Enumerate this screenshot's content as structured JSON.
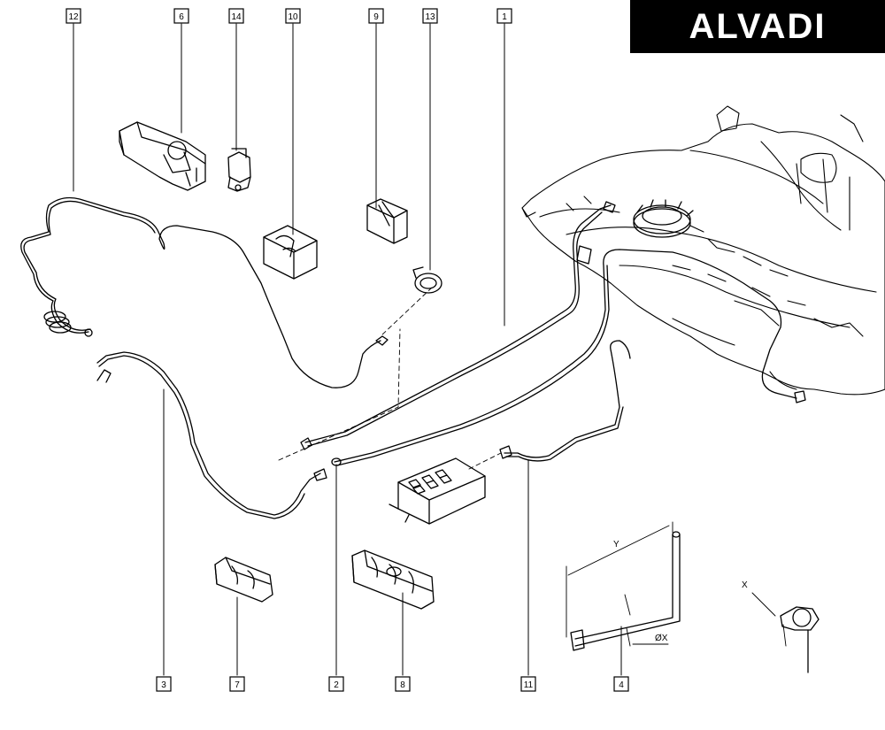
{
  "brand": {
    "logo_text": "ALVADI"
  },
  "callouts": [
    {
      "label": "12"
    },
    {
      "label": "6"
    },
    {
      "label": "14"
    },
    {
      "label": "10"
    },
    {
      "label": "9"
    },
    {
      "label": "13"
    },
    {
      "label": "1"
    },
    {
      "label": "3"
    },
    {
      "label": "7"
    },
    {
      "label": "2"
    },
    {
      "label": "8"
    },
    {
      "label": "11"
    },
    {
      "label": "4"
    }
  ],
  "dimensions": {
    "length": "Y",
    "diameter": "ØX",
    "width": "X"
  }
}
